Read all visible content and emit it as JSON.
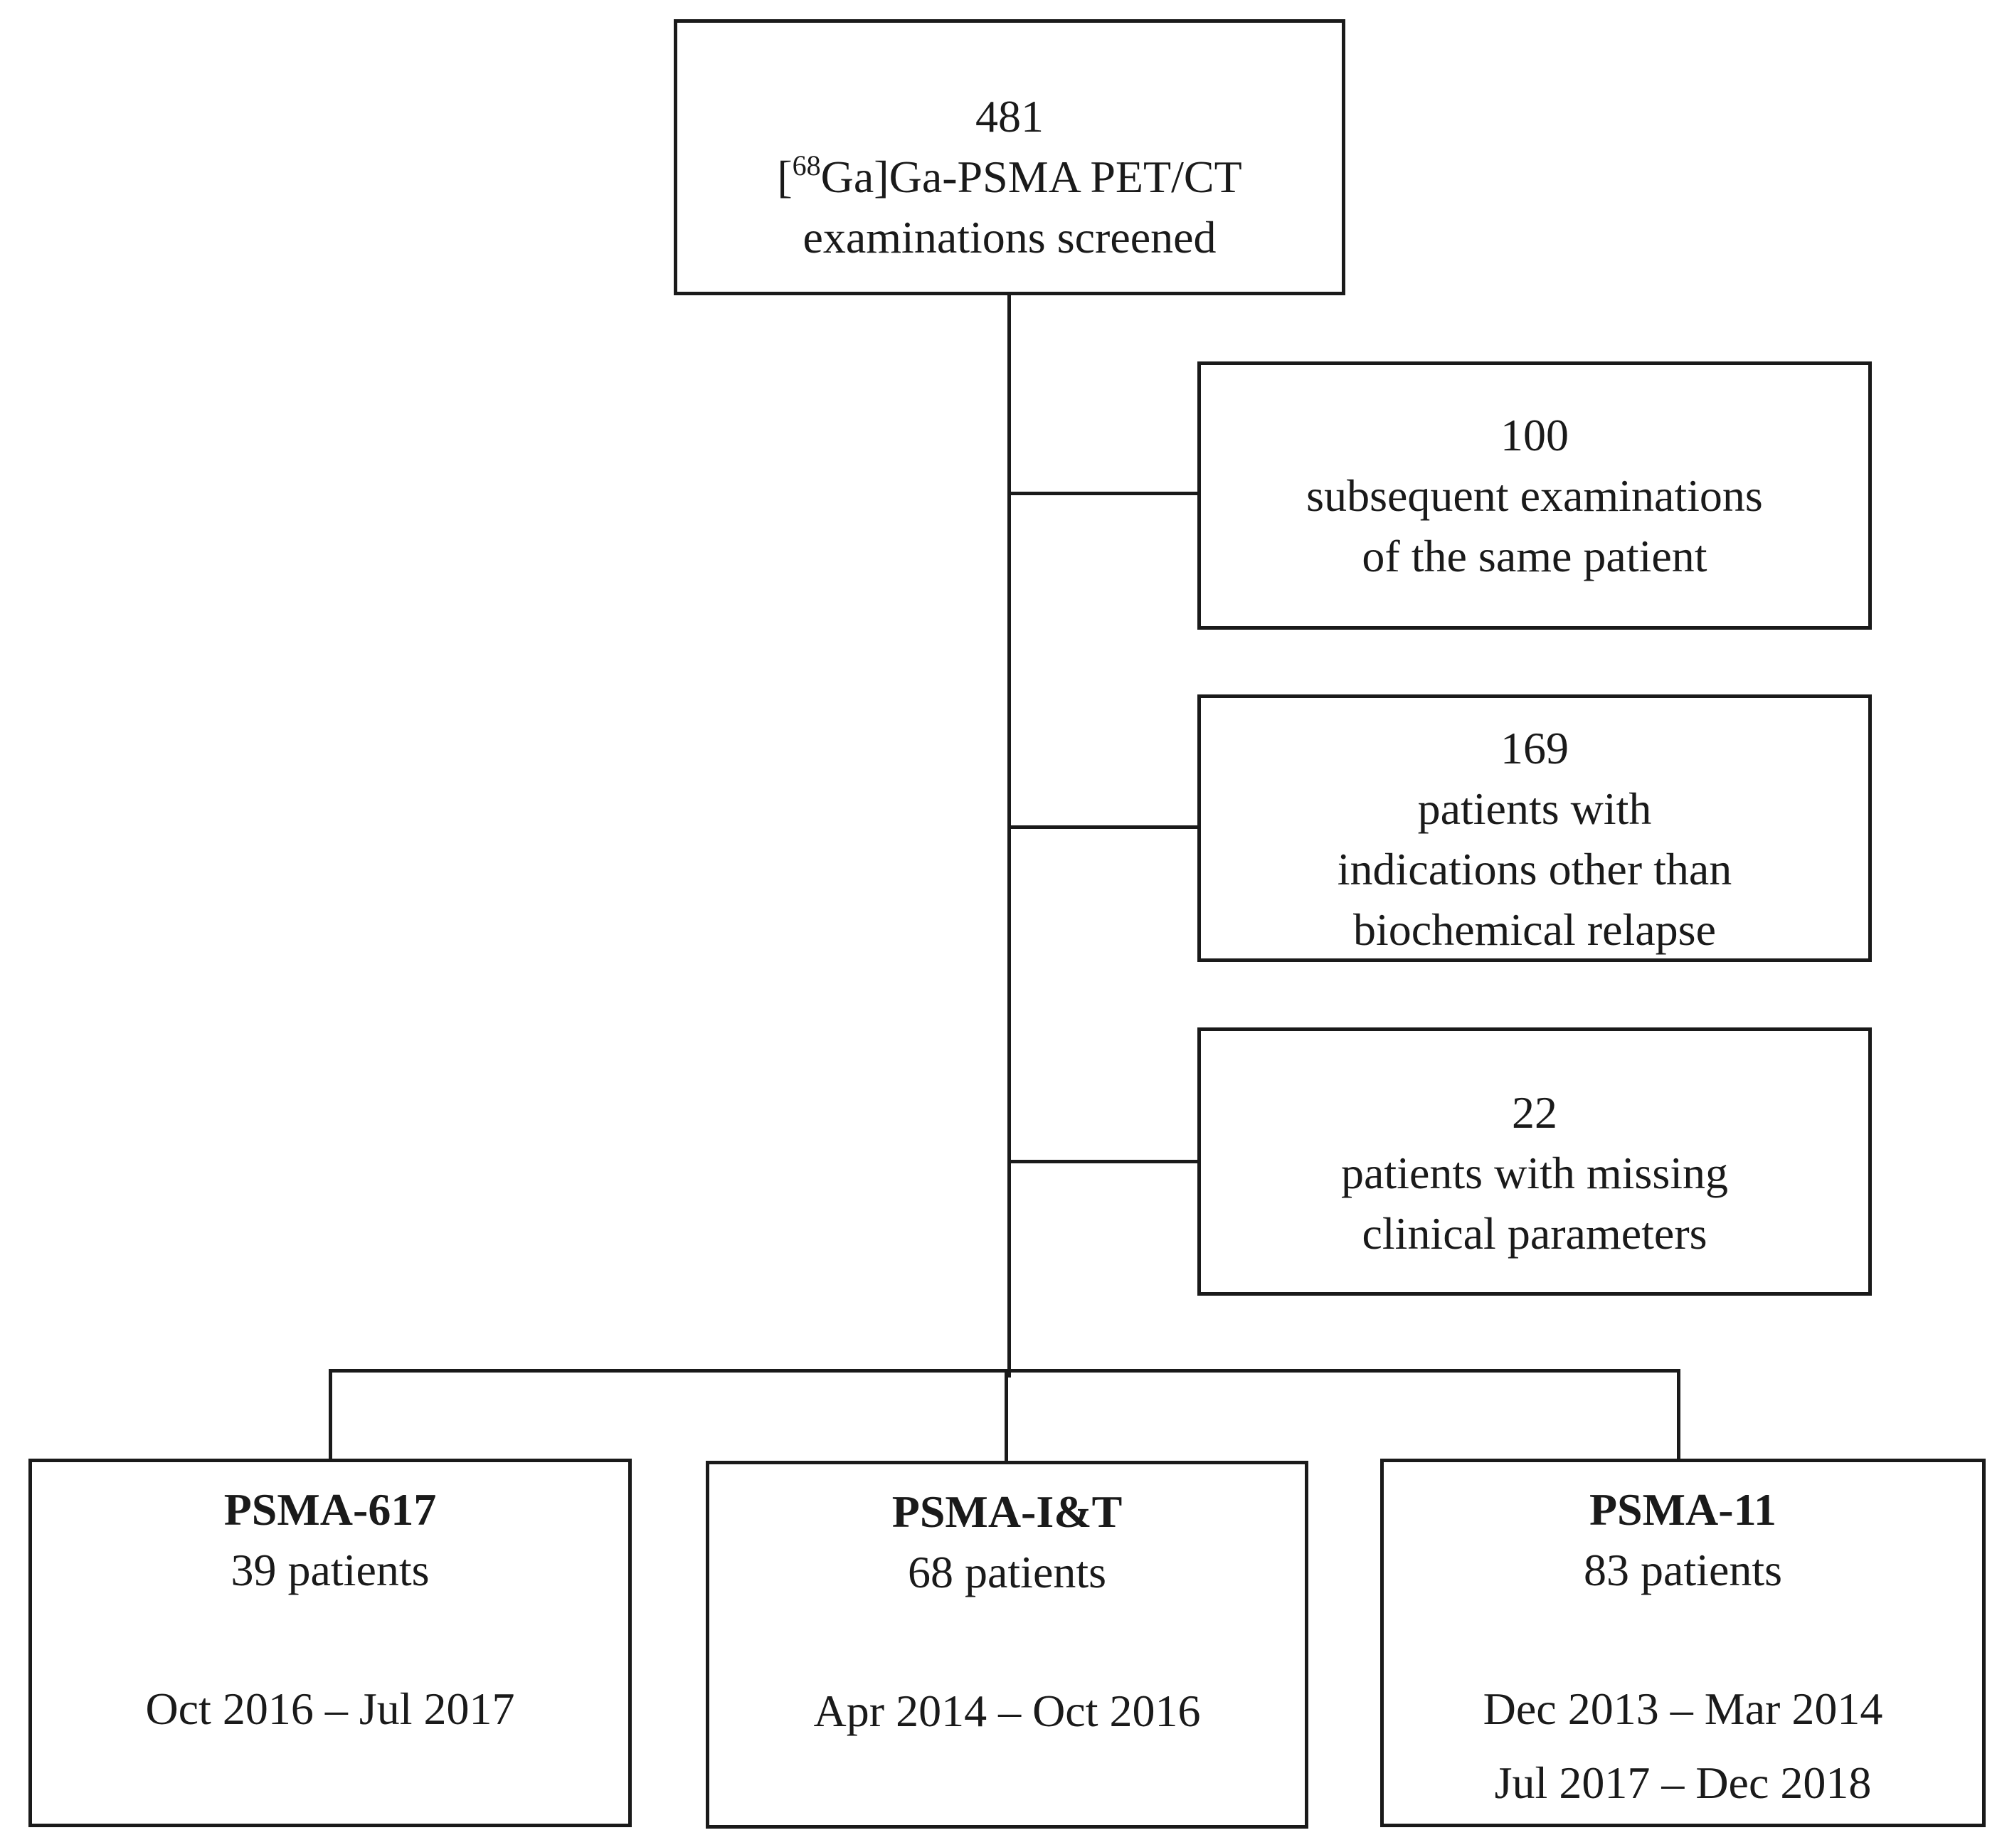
{
  "screened": {
    "count": "481",
    "bracket_open": "[",
    "isotope": "68",
    "tracer_rest": "Ga]Ga-PSMA PET/CT",
    "label": "examinations screened"
  },
  "exclusions": [
    {
      "count": "100",
      "lines": [
        "subsequent examinations",
        "of the same patient"
      ]
    },
    {
      "count": "169",
      "lines": [
        "patients with",
        "indications other than",
        "biochemical relapse"
      ]
    },
    {
      "count": "22",
      "lines": [
        "patients with missing",
        "clinical parameters"
      ]
    }
  ],
  "groups": [
    {
      "name": "PSMA-617",
      "patients": "39 patients",
      "periods": [
        "Oct 2016 – Jul 2017"
      ]
    },
    {
      "name": "PSMA-I&T",
      "patients": "68 patients",
      "periods": [
        "Apr 2014 – Oct 2016"
      ]
    },
    {
      "name": "PSMA-11",
      "patients": "83 patients",
      "periods": [
        "Dec 2013 – Mar 2014",
        "Jul 2017 – Dec 2018"
      ]
    }
  ]
}
